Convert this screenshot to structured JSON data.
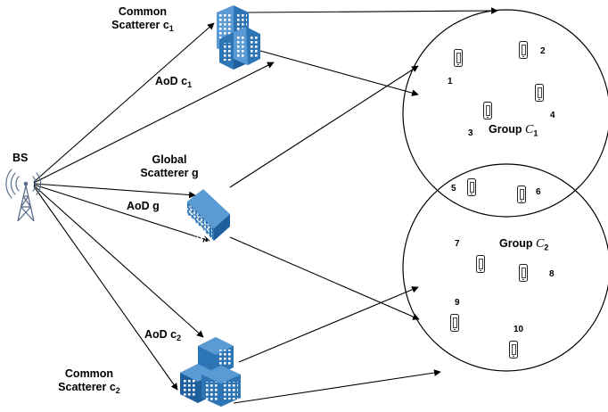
{
  "labels": {
    "bs": "BS",
    "common_c1_line1": "Common",
    "common_c1_line2": "Scatterer c",
    "common_c1_sub": "1",
    "aod_c1": "AoD c",
    "aod_c1_sub": "1",
    "global_line1": "Global",
    "global_line2": "Scatterer g",
    "aod_g": "AoD g",
    "aod_c2": "AoD c",
    "aod_c2_sub": "2",
    "common_c2_line1": "Common",
    "common_c2_line2": "Scatterer c",
    "common_c2_sub": "2"
  },
  "groups": [
    {
      "prefix": "Group ",
      "symbol": "C",
      "sub": "1"
    },
    {
      "prefix": "Group ",
      "symbol": "C",
      "sub": "2"
    }
  ],
  "users": [
    "1",
    "2",
    "3",
    "4",
    "5",
    "6",
    "7",
    "8",
    "9",
    "10"
  ],
  "icons": {
    "base_station": "tower-antenna-icon",
    "scatterer": "building-cluster-icon",
    "user": "smartphone-icon"
  },
  "colors": {
    "building_blue": "#2e75b6",
    "building_light": "#5b9bd5",
    "window": "#ffffff",
    "tower": "#5a6e8c",
    "line": "#000000"
  }
}
